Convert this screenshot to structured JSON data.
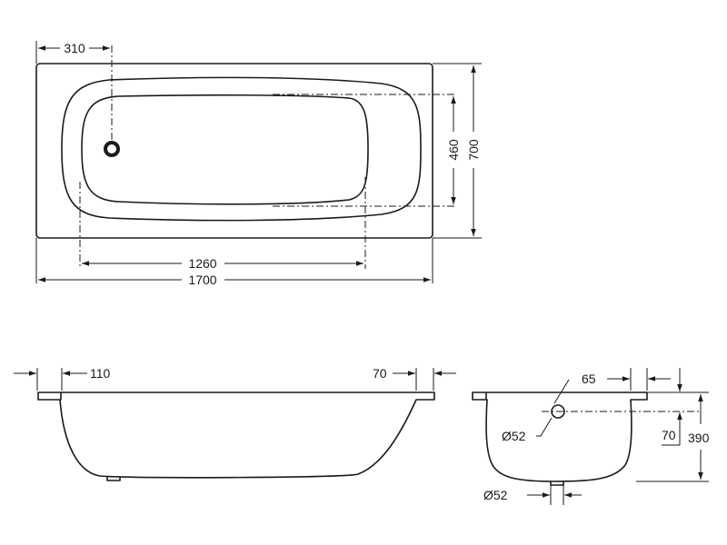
{
  "dimensions": {
    "drain_offset": "310",
    "inner_width": "460",
    "outer_width": "700",
    "inner_length": "1260",
    "outer_length": "1700",
    "rim_left": "110",
    "rim_right": "70",
    "rim_end": "65",
    "overflow_diameter": "Ø52",
    "overflow_height": "70",
    "total_height": "390",
    "drain_diameter": "Ø52"
  }
}
